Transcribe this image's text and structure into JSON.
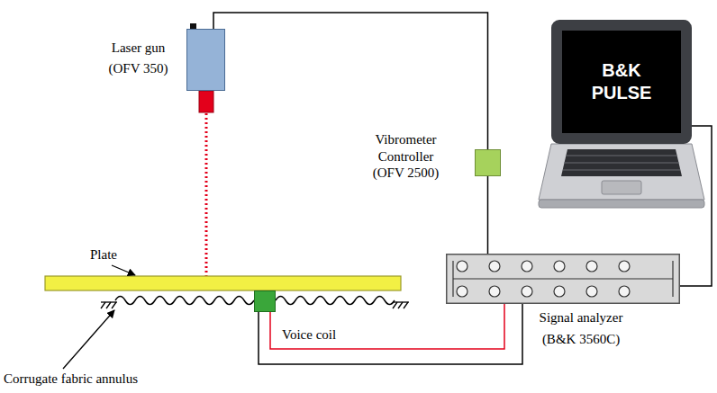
{
  "diagram": {
    "nodes": [
      {
        "text": [
          "Laser gun (OFV 350)"
        ]
      },
      {
        "text": [
          "B&K PULSE"
        ]
      },
      {
        "text": [
          "Vibrometer Controller (OFV 2500)"
        ]
      },
      {
        "text": [
          "Signal analyzer (B&K 3560C)"
        ]
      },
      {
        "text": [
          "Voice coil"
        ]
      }
    ],
    "edges": [
      {
        "from": 0,
        "to": 2,
        "arrow": "none"
      },
      {
        "from": 2,
        "to": 3,
        "arrow": "none"
      },
      {
        "from": 1,
        "to": 3,
        "arrow": "none"
      },
      {
        "from": 4,
        "to": 3,
        "arrow": "none"
      },
      {
        "from": 4,
        "to": 3,
        "arrow": "none"
      }
    ],
    "labels": [
      "Plate",
      "Corrugate fabric annulus"
    ]
  }
}
